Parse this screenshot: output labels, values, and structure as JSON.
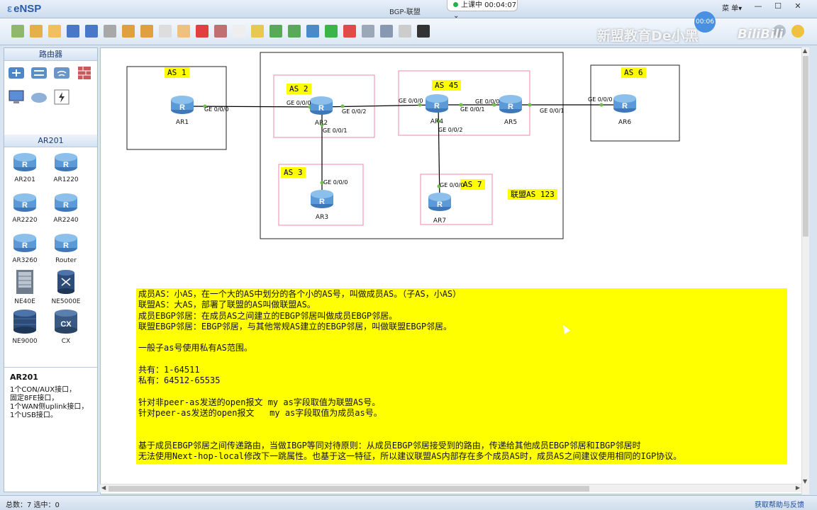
{
  "app": {
    "name": "eNSP",
    "window_title": "BGP-联盟",
    "live_status": "上课中 00:04:07",
    "menu_label": "菜 单▾",
    "timer": "00:06",
    "watermark": "新盟教育De小黑",
    "bili": "BiliBili"
  },
  "colors": {
    "as_label": "#ffff00",
    "as_box_border": "#f08aa8",
    "link": "#000000",
    "port_dot": "#6cc24a",
    "notes_bg": "#ffff00"
  },
  "left_panel": {
    "routers_header": "路由器",
    "series_header": "AR201",
    "devices": [
      "AR201",
      "AR1220",
      "AR2220",
      "AR2240",
      "AR3260",
      "Router",
      "NE40E",
      "NE5000E",
      "NE9000",
      "CX"
    ],
    "description": {
      "title": "AR201",
      "lines": [
        "1个CON/AUX接口，",
        "固定8FE接口，",
        "1个WAN侧uplink接口，",
        "1个USB接口。"
      ]
    }
  },
  "topology": {
    "as_labels": {
      "as1": "AS 1",
      "as2": "AS 2",
      "as3": "AS 3",
      "as45": "AS 45",
      "as6": "AS 6",
      "as7": "AS 7",
      "confed": "联盟AS 123"
    },
    "routers": {
      "ar1": "AR1",
      "ar2": "AR2",
      "ar3": "AR3",
      "ar4": "AR4",
      "ar5": "AR5",
      "ar6": "AR6",
      "ar7": "AR7"
    },
    "interfaces": {
      "ar1_g000": "GE 0/0/0",
      "ar2_g000": "GE 0/0/0",
      "ar2_g002": "GE 0/0/2",
      "ar2_g001": "GE 0/0/1",
      "ar3_g000": "GE 0/0/0",
      "ar4_g000": "GE 0/0/0",
      "ar4_g001": "GE 0/0/1",
      "ar4_g002": "GE 0/0/2",
      "ar5_g000": "GE 0/0/0",
      "ar5_g001": "GE 0/0/1",
      "ar6_g000": "GE 0/0/0",
      "ar7_g000": "GE 0/0/0"
    }
  },
  "notes": [
    "成员AS：小AS，在一个大的AS中划分的各个小的AS号，叫做成员AS。（子AS，小AS）",
    "联盟AS：大AS，部署了联盟的AS叫做联盟AS。",
    "成员EBGP邻居：在成员AS之间建立的EBGP邻居叫做成员EBGP邻居。",
    "联盟EBGP邻居：EBGP邻居，与其他常规AS建立的EBGP邻居，叫做联盟EBGP邻居。",
    "",
    "一般子as号使用私有AS范围。",
    "",
    "共有：1-64511",
    "私有：64512-65535",
    "",
    "针对非peer-as发送的open报文 my as字段取值为联盟AS号。",
    "针对peer-as发送的open报文   my as字段取值为成员as号。",
    "",
    "",
    "基于成员EBGP邻居之间传递路由，当做IBGP等同对待原则：从成员EBGP邻居接受到的路由，传递给其他成员EBGP邻居和IBGP邻居时",
    "无法使用Next-hop-local修改下一跳属性。也基于这一特征，所以建议联盟AS内部存在多个成员AS时，成员AS之间建议使用相同的IGP协议。"
  ],
  "status": {
    "left": "总数：7 选中：0",
    "right": "获取帮助与反馈"
  }
}
